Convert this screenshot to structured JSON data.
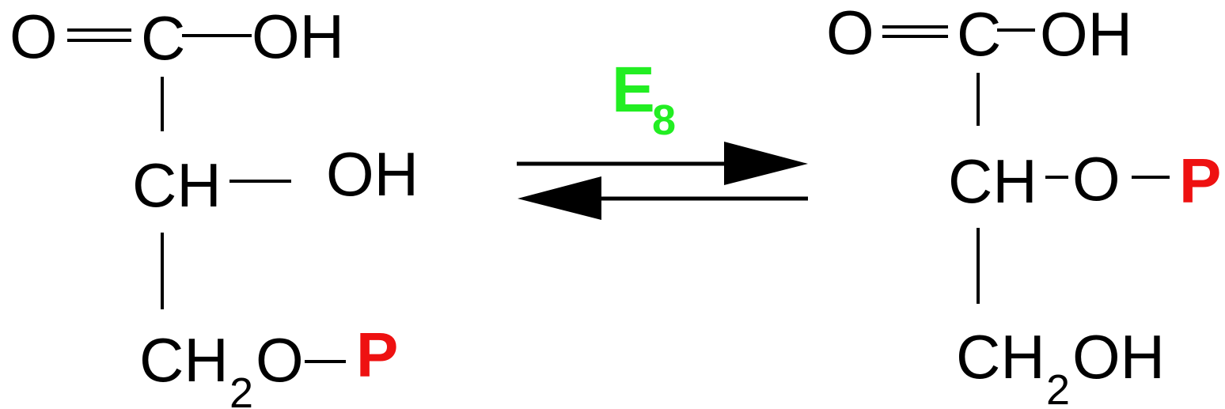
{
  "colors": {
    "phosphate": "#ee1111",
    "enzyme": "#22ee22",
    "ink": "#000000"
  },
  "reactant": {
    "carboxyl_o": "O",
    "carboxyl_c": "C",
    "carboxyl_oh": "OH",
    "middle_ch": "CH",
    "middle_oh": "OH",
    "bottom_ch": "CH",
    "bottom_sub": "2",
    "bottom_o": "O",
    "phosphate": "P"
  },
  "product": {
    "carboxyl_o": "O",
    "carboxyl_c": "C",
    "carboxyl_oh": "OH",
    "middle_ch": "CH",
    "middle_o": "O",
    "phosphate": "P",
    "bottom_ch": "CH",
    "bottom_sub": "2",
    "bottom_oh": "OH"
  },
  "enzyme": {
    "letter": "E",
    "sub": "8"
  }
}
